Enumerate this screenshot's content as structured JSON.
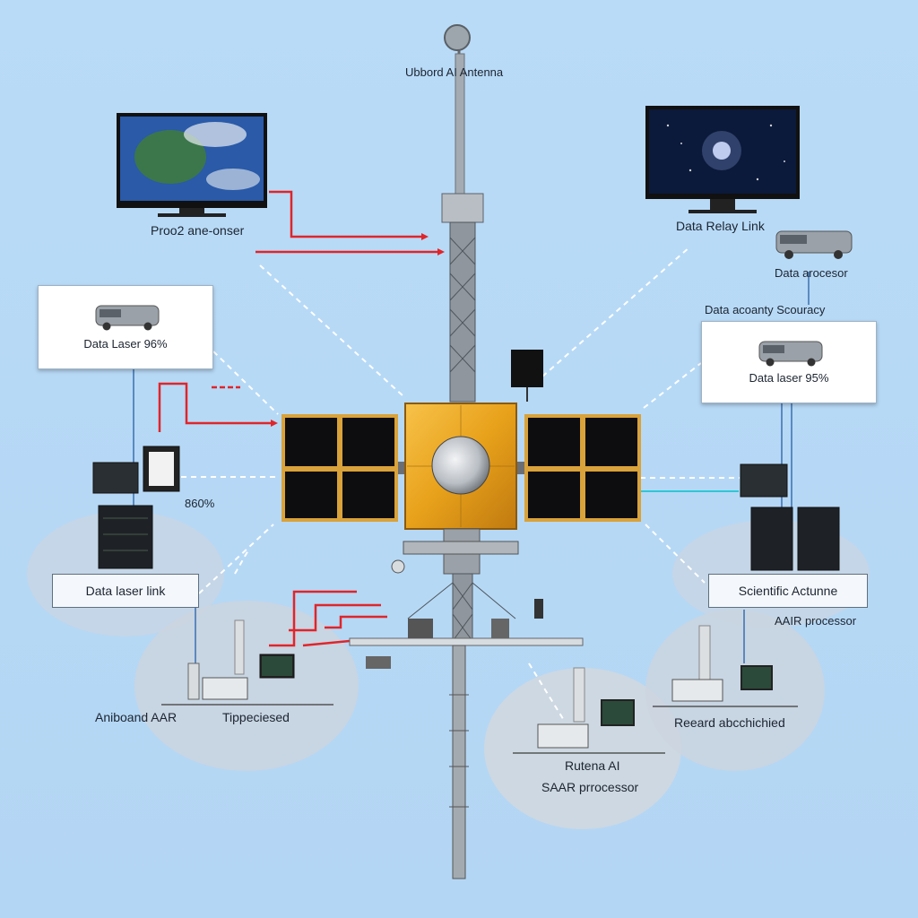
{
  "labels": {
    "top_antenna": "Ubbord AI Antenna",
    "monitor_left": "Proo2 ane-onser",
    "monitor_right": "Data Relay Link",
    "van_right": "Data arocesor",
    "accuracy_right": "Data acoanty Scouracy",
    "box_left": "Data Laser 96%",
    "box_right": "Data laser 95%",
    "percent_left": "860%",
    "link_left": "Data laser link",
    "sci_right": "Scientific Actunne",
    "aair_right": "AAIR processor",
    "bottom_left_a": "Aniboand AAR",
    "bottom_left_b": "Tippeciesed",
    "bottom_right": "Reeard abcchichied",
    "bottom_center_a": "Rutena AI",
    "bottom_center_b": "SAAR prrocessor"
  },
  "colors": {
    "background": "#b5d8f6",
    "gold_foil": "#e8a11a",
    "solar_panel": "#0d0d0f",
    "panel_frame": "#d9a23a",
    "red_link": "#e0252a",
    "cyan_link": "#2ec7d6",
    "dashed_link": "#ffffff",
    "tower": "#9aa1a8"
  }
}
